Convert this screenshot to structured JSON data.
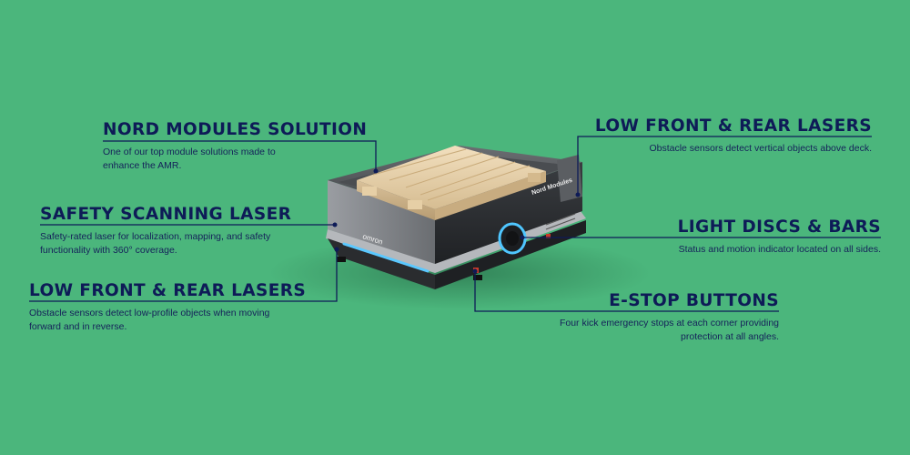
{
  "brand": {
    "robot_logo": "omron",
    "top_logo": "Nord Modules"
  },
  "callouts": {
    "nord": {
      "title": "NORD MODULES SOLUTION",
      "desc": "One of our top module solutions made to enhance the AMR."
    },
    "safety": {
      "title": "SAFETY SCANNING LASER",
      "desc": "Safety-rated laser for localization, mapping, and safety functionality with 360° coverage."
    },
    "low_left": {
      "title": "LOW FRONT & REAR LASERS",
      "desc": "Obstacle sensors detect low-profile objects when moving forward and in reverse."
    },
    "low_right": {
      "title": "LOW FRONT & REAR LASERS",
      "desc": "Obstacle sensors detect vertical objects above deck."
    },
    "light": {
      "title": "LIGHT DISCS & BARS",
      "desc": "Status and motion indicator located on all sides."
    },
    "estop": {
      "title": "E-STOP BUTTONS",
      "desc": "Four kick emergency stops at each corner providing protection at all angles."
    }
  },
  "colors": {
    "background": "#4bb67c",
    "text": "#0e1b57",
    "leader_line": "#0e1b57",
    "light_ring": "#4fc6ff"
  }
}
